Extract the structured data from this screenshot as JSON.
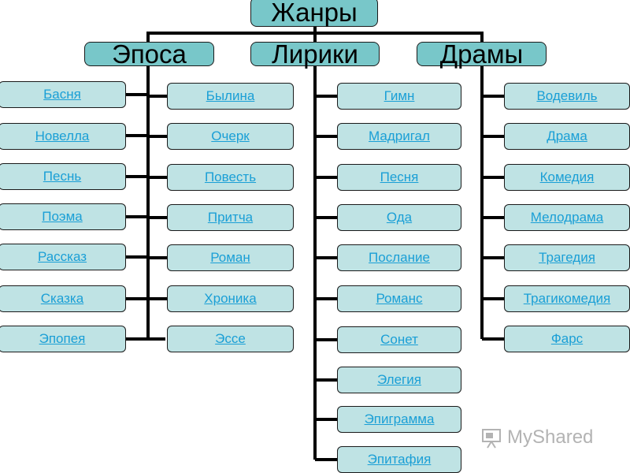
{
  "root": "Жанры",
  "groups": {
    "epos": {
      "label": "Эпоса",
      "left": [
        "Басня",
        "Новелла",
        "Песнь",
        "Поэма",
        "Рассказ",
        "Сказка",
        "Эпопея"
      ],
      "right": [
        "Былина",
        "Очерк",
        "Повесть",
        "Притча",
        "Роман",
        "Хроника",
        "Эссе"
      ]
    },
    "lyric": {
      "label": "Лирики",
      "items": [
        "Гимн",
        "Мадригал",
        "Песня",
        "Ода",
        "Послание",
        "Романс",
        "Сонет",
        "Элегия",
        "Эпиграмма",
        "Эпитафия"
      ]
    },
    "drama": {
      "label": "Драмы",
      "items": [
        "Водевиль",
        "Драма",
        "Комедия",
        "Мелодрама",
        "Трагедия",
        "Трагикомедия",
        "Фарс"
      ]
    }
  },
  "watermark": "MyShared",
  "colors": {
    "header": "#78c7c9",
    "leaf": "#bfe3e4",
    "link": "#1a9fd6",
    "line": "#000000"
  }
}
